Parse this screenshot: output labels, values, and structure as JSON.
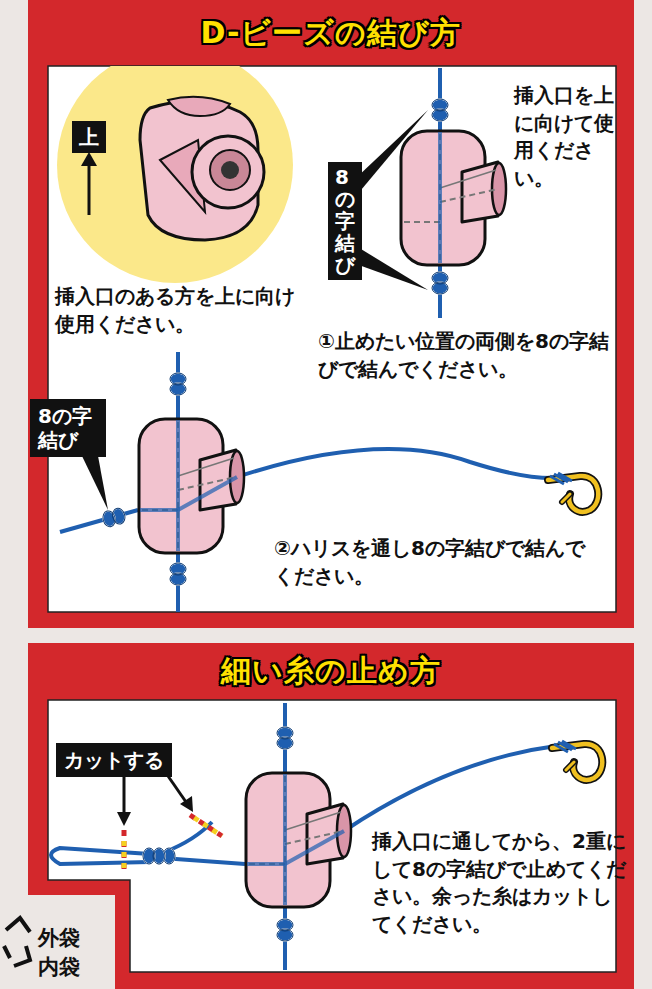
{
  "diagram": {
    "nodes": [
      {
        "text": [
          "D-ビーズの結び方"
        ]
      },
      {
        "text": [
          "上"
        ]
      },
      {
        "text": [
          "8の字結び"
        ]
      },
      {
        "text": [
          "8の字結び"
        ]
      },
      {
        "text": [
          "細い糸の止め方"
        ]
      },
      {
        "text": [
          "カットする"
        ]
      }
    ],
    "labels": [
      "挿入口を上に向けて使用ください。",
      "挿入口のある方を上に向け使用ください。",
      "①止めたい位置の両側を8の字結びで結んでください。",
      "②ハリスを通し8の字結びで結んでください。",
      "挿入口に通してから、2重にして8の字結びで止めてください。余った糸はカットしてください。",
      "外袋",
      "内袋"
    ]
  }
}
